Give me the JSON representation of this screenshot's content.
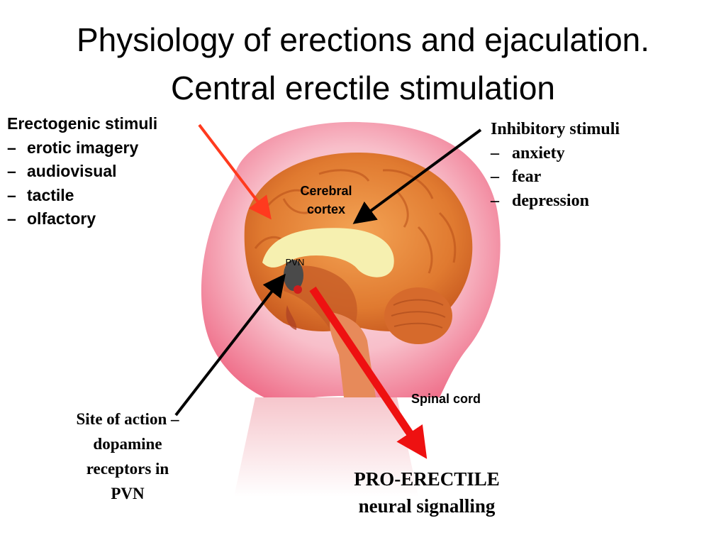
{
  "title": {
    "line1": "Physiology of erections and ejaculation.",
    "line2": "Central erectile stimulation"
  },
  "erectogenic": {
    "heading": "Erectogenic stimuli",
    "items": [
      "erotic imagery",
      "audiovisual",
      "tactile",
      "olfactory"
    ]
  },
  "inhibitory": {
    "heading": "Inhibitory stimuli",
    "items": [
      "anxiety",
      "fear",
      "depression"
    ]
  },
  "labels": {
    "cortex_line1": "Cerebral",
    "cortex_line2": "cortex",
    "pvn": "PVN",
    "spinal": "Spinal cord"
  },
  "site_caption": [
    "Site of action –",
    "dopamine",
    "receptors in",
    "PVN"
  ],
  "output_caption": [
    "PRO-ERECTILE",
    "neural signalling"
  ],
  "list_dash": "–",
  "colors": {
    "erectogenic_arrow": "#ff3a1e",
    "inhibitory_arrow": "#000000",
    "site_arrow": "#000000",
    "spinal_arrow": "#ee1111"
  }
}
